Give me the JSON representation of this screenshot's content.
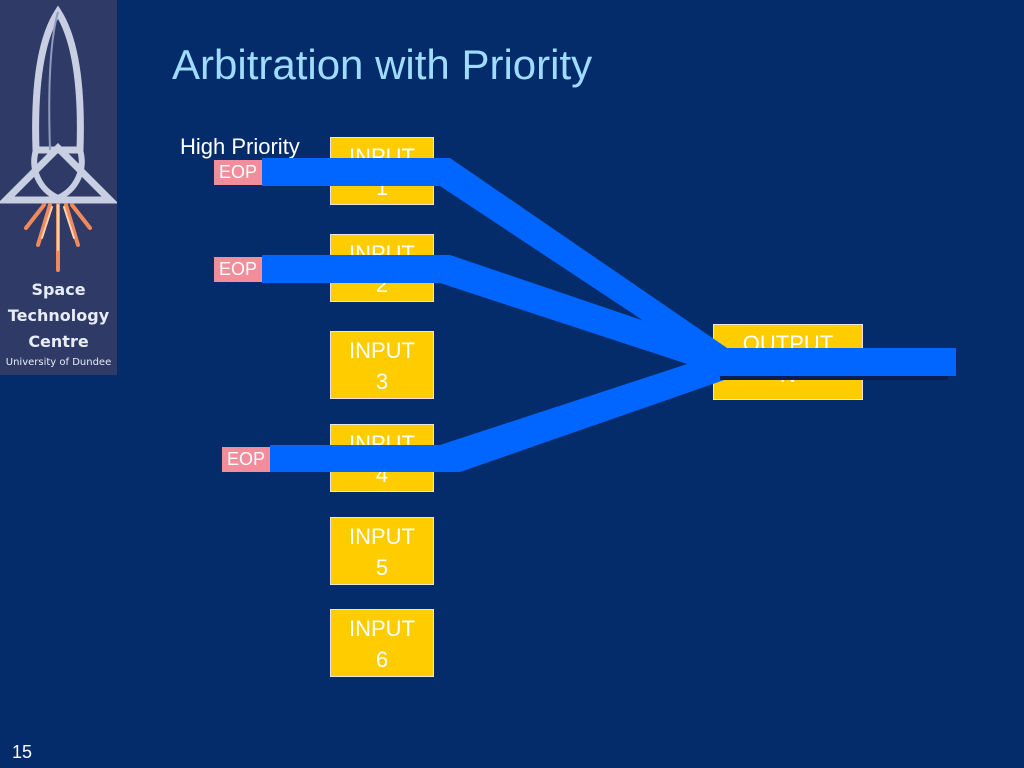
{
  "slide": {
    "title": "Arbitration with Priority",
    "number": "15"
  },
  "logo": {
    "line1": "Space",
    "line2": "Technology",
    "line3": "Centre",
    "line4": "University of Dundee"
  },
  "diagram": {
    "priority_label": "High Priority",
    "inputs": [
      {
        "line1": "INPUT",
        "line2": "1"
      },
      {
        "line1": "INPUT",
        "line2": "2"
      },
      {
        "line1": "INPUT",
        "line2": "3"
      },
      {
        "line1": "INPUT",
        "line2": "4"
      },
      {
        "line1": "INPUT",
        "line2": "5"
      },
      {
        "line1": "INPUT",
        "line2": "6"
      }
    ],
    "output": {
      "line1": "OUTPUT",
      "line2": "N"
    },
    "eop_markers": [
      "EOP",
      "EOP",
      "EOP"
    ],
    "colors": {
      "background": "#052c6a",
      "box_fill": "#ffcc00",
      "wire": "#0066ff",
      "eop_fill": "#f28e9c",
      "title": "#9fdcff"
    }
  }
}
